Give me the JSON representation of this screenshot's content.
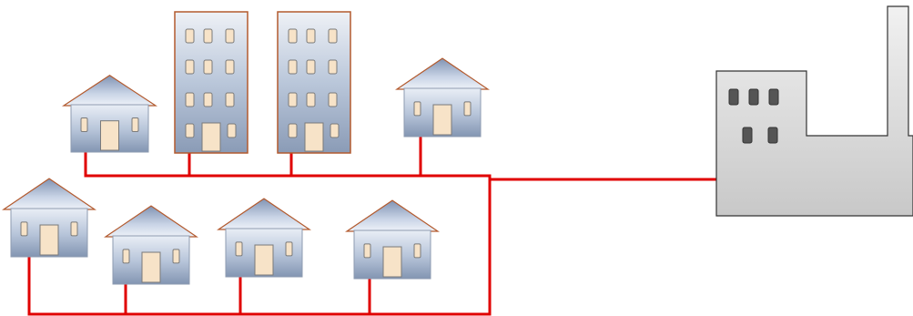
{
  "diagram": {
    "colors": {
      "network_line": "#e00000",
      "building_outline": "#b35a2e",
      "factory_fill": "#d9d9d9",
      "factory_outline": "#333333",
      "window_fill": "#f7e3c8",
      "factory_window": "#555555"
    },
    "elements": {
      "houses_top_row": 2,
      "apartment_buildings": 2,
      "houses_bottom_row": 4,
      "factory": 1
    }
  }
}
